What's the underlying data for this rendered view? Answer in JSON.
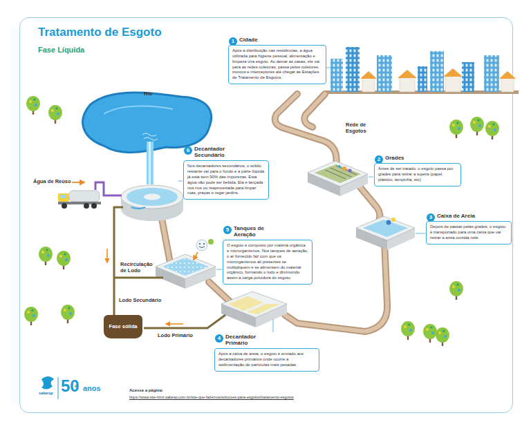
{
  "diagram": {
    "title": "Tratamento de Esgoto",
    "nodes": [
      {
        "text": [
          "Cidade",
          "Após a distribuição nas residências, a água utilizada para higiene pessoal, alimentação e limpeza vira esgoto. Ao deixar as casas, ele vai para as redes coletoras, passa pelos coletores, troncos e interceptores até chegar às Estações de Tratamento de Esgotos."
        ]
      },
      {
        "text": [
          "Grades",
          "Antes de ser tratado, o esgoto passa por grades para retirar a sujeira (papel, plástico, tampinha, etc)."
        ]
      },
      {
        "text": [
          "Caixa de Areia",
          "Depois de passar pelas grades, o esgoto é transportado para uma caixa que vai retirar a areia contida nele."
        ]
      },
      {
        "text": [
          "Decantador Primário",
          "Após a caixa de areia, o esgoto é enviado aos decantadores primários onde ocorre a sedimentação de partículas mais pesadas."
        ]
      },
      {
        "text": [
          "Tanques de Aeração",
          "O esgoto é composto por matéria orgânica e microrganismos. Nos tanques de aeração, o ar fornecido faz com que os microrganismos ali presentes se multipliquem e se alimentem do material orgânico, formando o lodo e diminuindo assim a carga poluidora do esgoto."
        ]
      },
      {
        "text": [
          "Decantador Secundário",
          "Nos decantadores secundários, o sólido restante vai para o fundo e a parte líquida já está sem 90% das impurezas. Esta água não pode ser bebida. Ela é lançada nos rios ou reaproveitada para limpar ruas, praças e regar jardins."
        ]
      },
      {
        "text": [
          "Fase sólida"
        ]
      }
    ],
    "labels": [
      "Fase Líquida",
      "Rio",
      "Rede de Esgotos",
      "Água de Reúso",
      "Recirculação de Lodo",
      "Lodo Secundário",
      "Lodo Primário",
      "1",
      "2",
      "3",
      "4",
      "5",
      "6",
      "sabesp",
      "50",
      "anos",
      "Acesse a página:",
      "https://www.site-html.sabesp.com.br/site-que-fazemos/solucoes-para-esgotos/tratamento-esgotos"
    ]
  }
}
